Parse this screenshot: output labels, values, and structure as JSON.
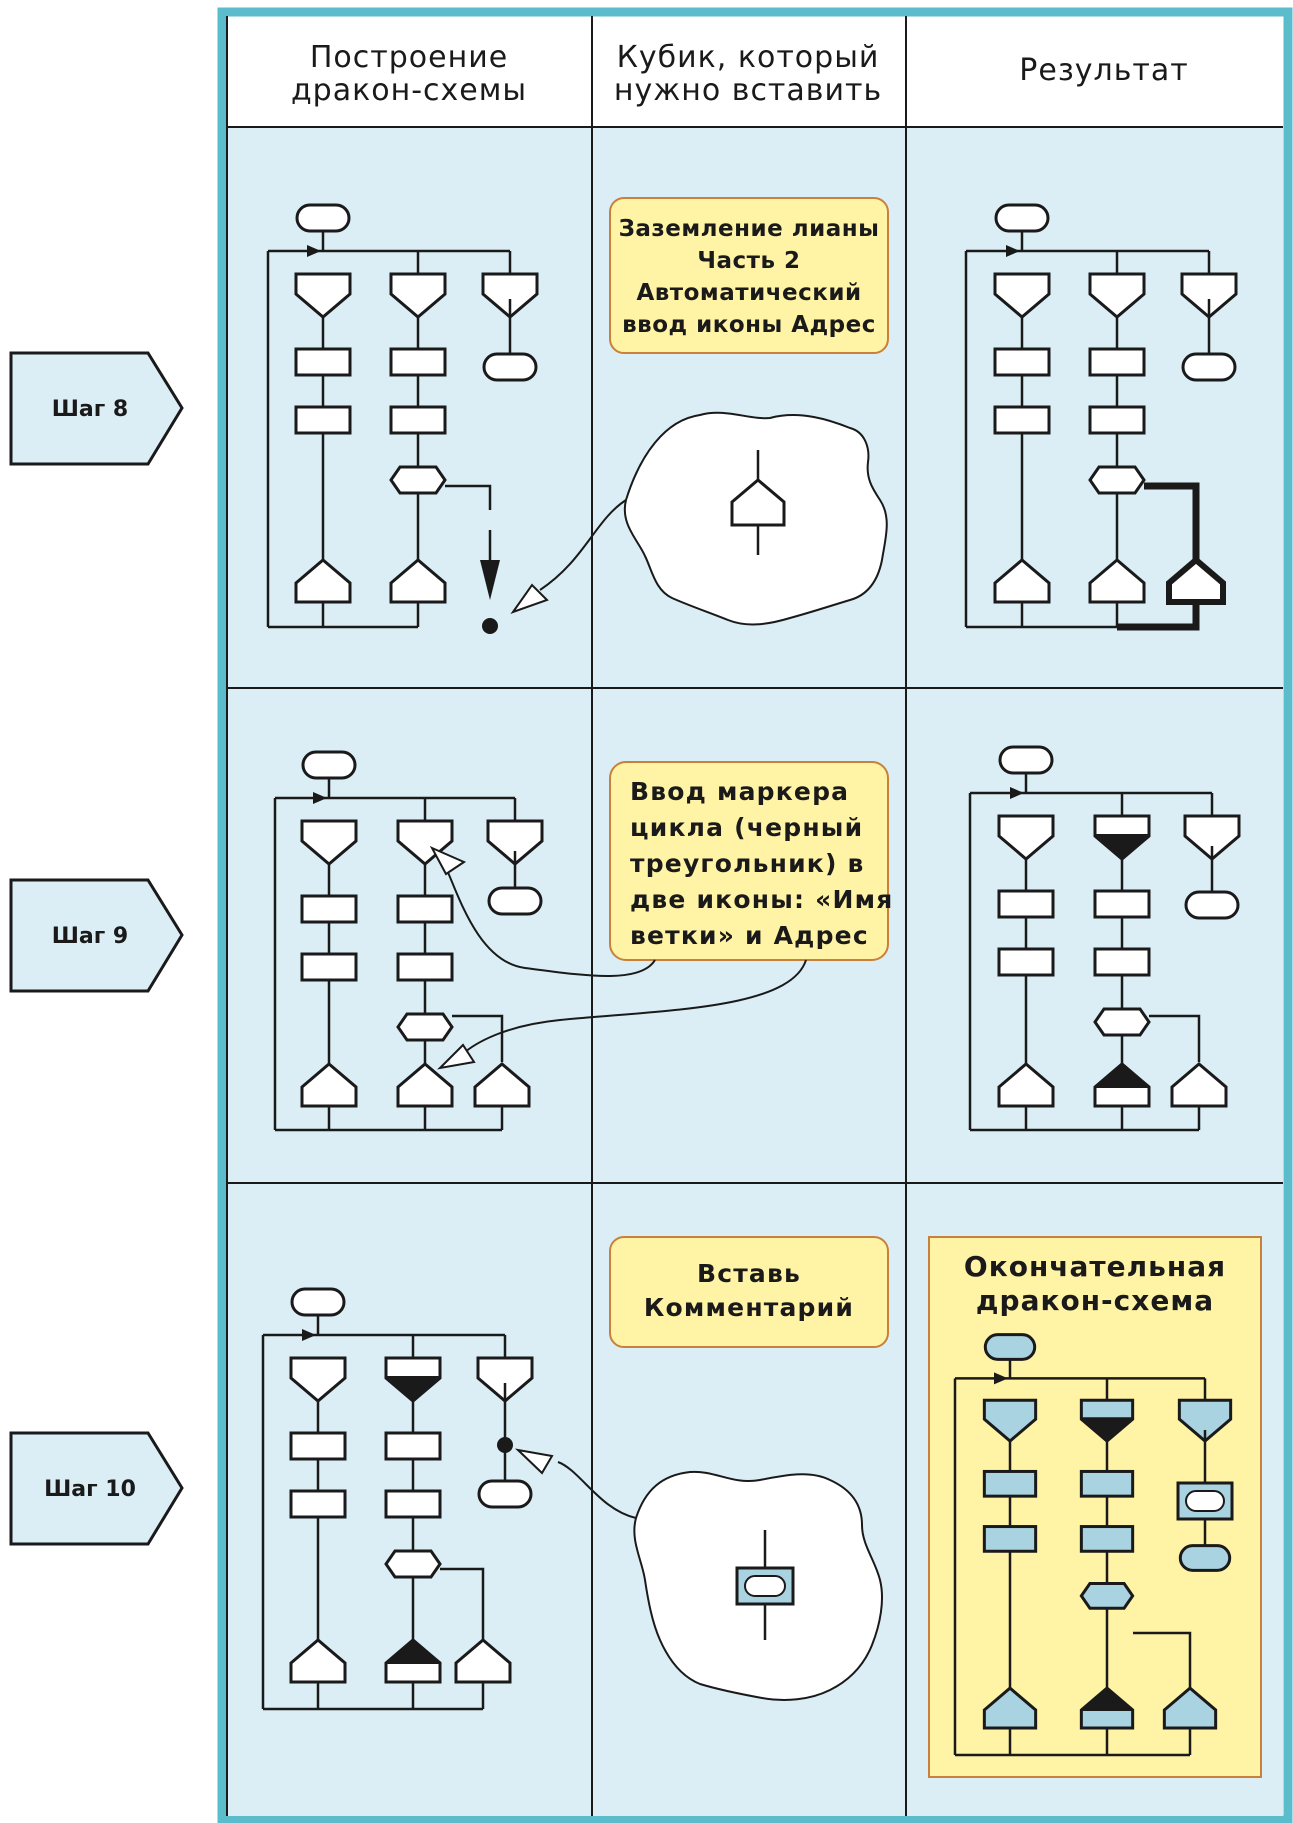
{
  "colors": {
    "frame": "#5bbccc",
    "cell_bg": "#dbeef5",
    "note_bg": "#fff3a6",
    "note_border": "#c8803a",
    "line": "#1a1a1a"
  },
  "header": {
    "col1": [
      "Построение",
      "дракон-схемы"
    ],
    "col2": [
      "Кубик, который",
      "нужно вставить"
    ],
    "col3": [
      "Результат"
    ]
  },
  "steps": {
    "step8": "Шаг 8",
    "step9": "Шаг 9",
    "step10": "Шаг 10"
  },
  "notes": {
    "step8": [
      "Заземление лианы",
      "Часть 2",
      "Автоматический",
      "ввод иконы Адрес"
    ],
    "step9": [
      "Ввод маркера",
      "цикла (черный",
      "треугольник) в",
      "две иконы: «Имя",
      "ветки» и Адрес"
    ],
    "step10": [
      "Вставь",
      "Комментарий"
    ]
  },
  "final": {
    "title": [
      "Окончательная",
      "дракон-схема"
    ]
  },
  "icons": {
    "address_cube": "address-icon",
    "comment_cube": "comment-icon",
    "pointer": "hollow-arrow-icon"
  }
}
